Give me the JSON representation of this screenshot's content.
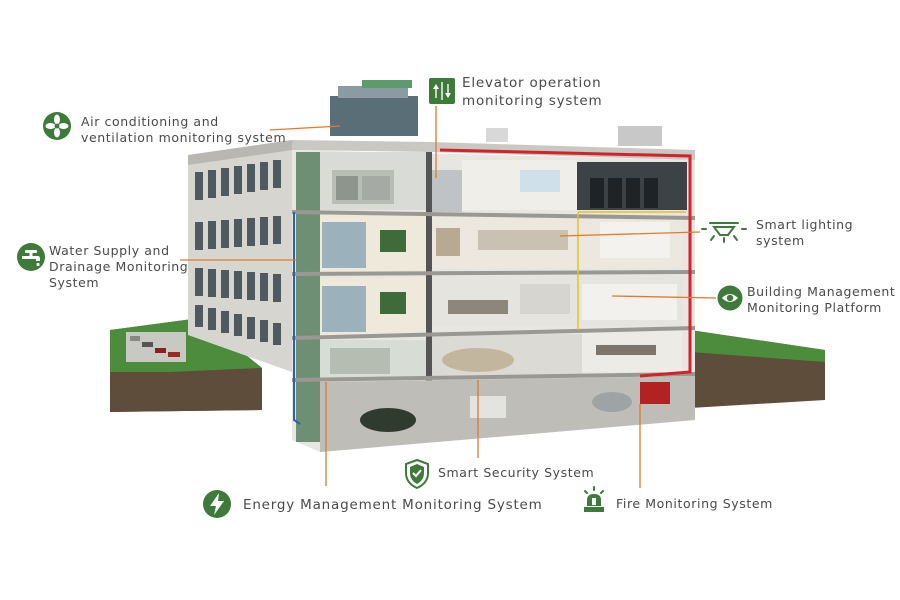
{
  "colors": {
    "accent_green": "#3e7a3a",
    "leader_orange": "#e07a2e",
    "text": "#4a4a4a",
    "grass": "#4c8c3c",
    "soil": "#6b5a45"
  },
  "systems": {
    "hvac": {
      "icon": "fan-icon",
      "lines": [
        "Air conditioning and",
        "ventilation monitoring system"
      ]
    },
    "elevator": {
      "icon": "elevator-icon",
      "lines": [
        "Elevator operation",
        "monitoring system"
      ]
    },
    "water": {
      "icon": "faucet-icon",
      "lines": [
        "Water Supply and",
        "Drainage Monitoring",
        "System"
      ]
    },
    "lighting": {
      "icon": "ceiling-lamp-icon",
      "lines": [
        "Smart lighting",
        "system"
      ]
    },
    "bms": {
      "icon": "eye-icon",
      "lines": [
        "Building Management",
        "Monitoring Platform"
      ]
    },
    "security": {
      "icon": "security-shield-icon",
      "lines": [
        "Smart Security System"
      ]
    },
    "energy": {
      "icon": "lightning-icon",
      "lines": [
        "Energy Management Monitoring System"
      ]
    },
    "fire": {
      "icon": "fire-alarm-icon",
      "lines": [
        "Fire Monitoring System"
      ]
    }
  }
}
